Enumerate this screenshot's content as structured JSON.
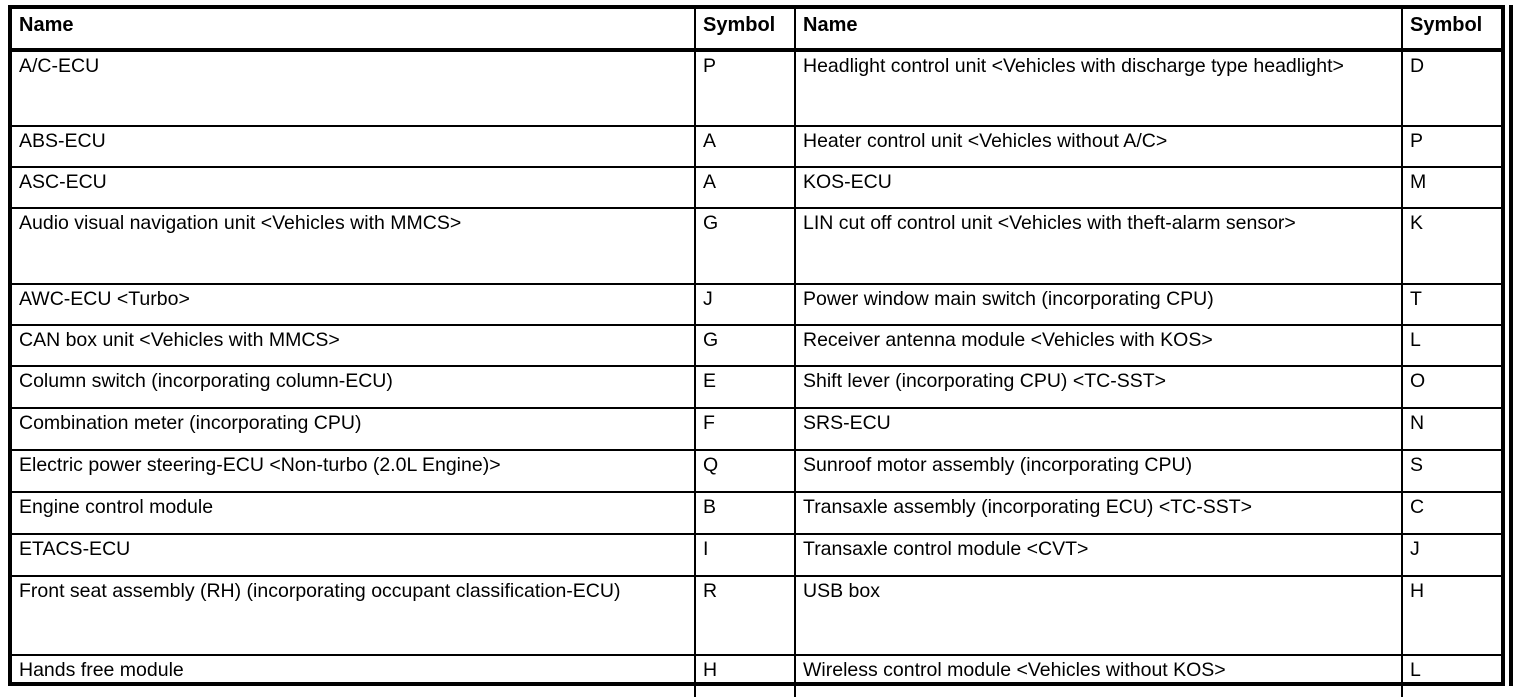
{
  "table": {
    "headers": {
      "name": "Name",
      "symbol": "Symbol"
    },
    "rows": [
      {
        "left_name": "A/C-ECU",
        "left_symbol": "P",
        "right_name": "Headlight control unit <Vehicles with discharge type headlight>",
        "right_symbol": "D",
        "height": 76
      },
      {
        "left_name": "ABS-ECU",
        "left_symbol": "A",
        "right_name": "Heater control unit <Vehicles without A/C>",
        "right_symbol": "P",
        "height": 41
      },
      {
        "left_name": "ASC-ECU",
        "left_symbol": "A",
        "right_name": "KOS-ECU",
        "right_symbol": "M",
        "height": 41
      },
      {
        "left_name": "Audio visual navigation unit <Vehicles with MMCS>",
        "left_symbol": "G",
        "right_name": "LIN cut off control unit <Vehicles with theft-alarm sensor>",
        "right_symbol": "K",
        "height": 76
      },
      {
        "left_name": "AWC-ECU <Turbo>",
        "left_symbol": "J",
        "right_name": "Power window main switch (incorporating CPU)",
        "right_symbol": "T",
        "height": 41
      },
      {
        "left_name": "CAN box unit <Vehicles with MMCS>",
        "left_symbol": "G",
        "right_name": "Receiver antenna module <Vehicles with KOS>",
        "right_symbol": "L",
        "height": 41
      },
      {
        "left_name": "Column switch (incorporating column-ECU)",
        "left_symbol": "E",
        "right_name": "Shift lever (incorporating CPU) <TC-SST>",
        "right_symbol": "O",
        "height": 42
      },
      {
        "left_name": "Combination meter (incorporating CPU)",
        "left_symbol": "F",
        "right_name": "SRS-ECU",
        "right_symbol": "N",
        "height": 42
      },
      {
        "left_name": "Electric power steering-ECU <Non-turbo (2.0L Engine)>",
        "left_symbol": "Q",
        "right_name": "Sunroof motor assembly (incorporating CPU)",
        "right_symbol": "S",
        "height": 42
      },
      {
        "left_name": "Engine control module",
        "left_symbol": "B",
        "right_name": "Transaxle assembly (incorporating ECU) <TC-SST>",
        "right_symbol": "C",
        "height": 42
      },
      {
        "left_name": "ETACS-ECU",
        "left_symbol": "I",
        "right_name": "Transaxle control module <CVT>",
        "right_symbol": "J",
        "height": 42
      },
      {
        "left_name": "Front seat assembly (RH) (incorporating occupant classification-ECU)",
        "left_symbol": "R",
        "right_name": "USB box",
        "right_symbol": "H",
        "height": 79
      },
      {
        "left_name": "Hands free module",
        "left_symbol": "H",
        "right_name": "Wireless control module <Vehicles without KOS>",
        "right_symbol": "L",
        "height": 42
      }
    ]
  },
  "style": {
    "border_color": "#000000",
    "background": "#ffffff",
    "text_color": "#000000"
  }
}
